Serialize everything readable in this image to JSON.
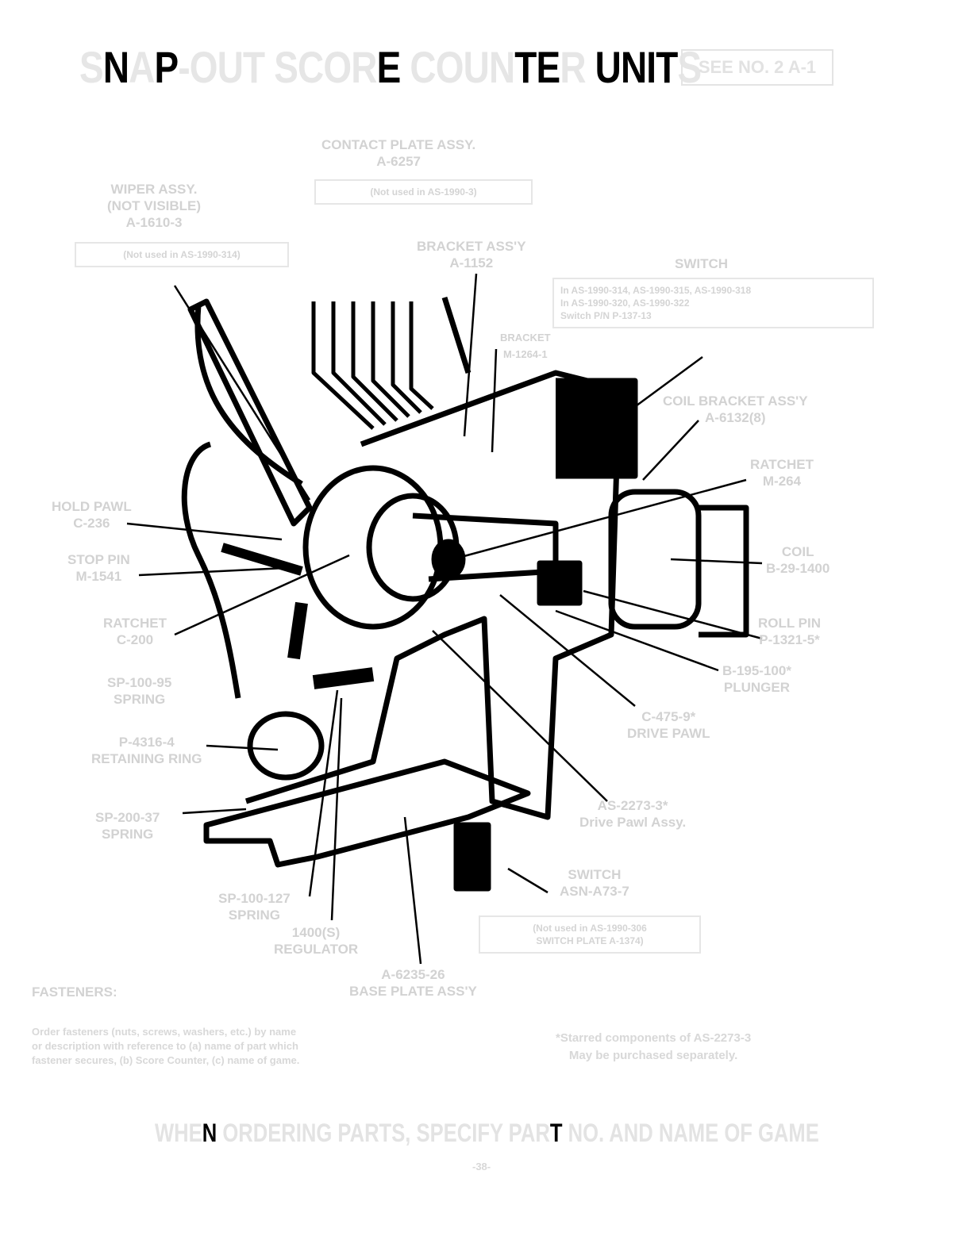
{
  "title_segments": [
    {
      "text": "S",
      "dark": false
    },
    {
      "text": "N",
      "dark": true
    },
    {
      "text": "A",
      "dark": false
    },
    {
      "text": "P",
      "dark": true
    },
    {
      "text": "-OUT SCOR",
      "dark": false
    },
    {
      "text": "E",
      "dark": true
    },
    {
      "text": " COUN",
      "dark": false
    },
    {
      "text": "TE",
      "dark": true
    },
    {
      "text": "R ",
      "dark": false
    },
    {
      "text": "UNIT",
      "dark": true
    },
    {
      "text": "S",
      "dark": false
    }
  ],
  "ref_box": "SEE NO. 2 A-1",
  "labels": {
    "contact_plate": [
      "CONTACT PLATE ASSY.",
      "A-6257"
    ],
    "contact_plate_note": "(Not used in AS-1990-3)",
    "wiper": [
      "WIPER ASSY.",
      "(NOT VISIBLE)",
      "A-1610-3"
    ],
    "wiper_note": "(Not used in AS-1990-314)",
    "bracket": [
      "BRACKET ASS'Y",
      "A-1152"
    ],
    "switch_top": "SWITCH",
    "switch_top_note": [
      "In AS-1990-314, AS-1990-315, AS-1990-318",
      "In AS-1990-320, AS-1990-322",
      "Switch P/N P-137-13"
    ],
    "bracket2": [
      "BRACKET",
      "M-1264-1"
    ],
    "coil_bracket": [
      "COIL BRACKET ASS'Y",
      "A-6132(8)"
    ],
    "ratchet_r": [
      "RATCHET",
      "M-264"
    ],
    "coil": [
      "COIL",
      "B-29-1400"
    ],
    "roll_pin": [
      "ROLL PIN",
      "P-1321-5*"
    ],
    "plunger": [
      "B-195-100*",
      "PLUNGER"
    ],
    "drive_pawl": [
      "C-475-9*",
      "DRIVE PAWL"
    ],
    "drive_pawl_assy": [
      "AS-2273-3*",
      "Drive Pawl Assy."
    ],
    "switch_bottom": [
      "SWITCH",
      "ASN-A73-7"
    ],
    "switch_bottom_note": [
      "(Not used in AS-1990-306",
      "SWITCH PLATE A-1374)"
    ],
    "hold_pawl": [
      "HOLD PAWL",
      "C-236"
    ],
    "stop_pin": [
      "STOP PIN",
      "M-1541"
    ],
    "ratchet_l": [
      "RATCHET",
      "C-200"
    ],
    "spring1": [
      "SP-100-95",
      "SPRING"
    ],
    "retaining_ring": [
      "P-4316-4",
      "RETAINING RING"
    ],
    "spring2": [
      "SP-200-37",
      "SPRING"
    ],
    "spring3": [
      "SP-100-127",
      "SPRING"
    ],
    "regulator": [
      "1400(S)",
      "REGULATOR"
    ],
    "base_plate": [
      "A-6235-26",
      "BASE PLATE ASS'Y"
    ]
  },
  "fasteners_heading": "FASTENERS:",
  "fasteners_text": [
    "Order fasteners (nuts, screws, washers, etc.) by name",
    "or description with reference to (a) name of part which",
    "fastener secures, (b) Score Counter, (c) name of game."
  ],
  "starred_note": [
    "*Starred components of AS-2273-3",
    "May be purchased separately."
  ],
  "footer_segments": [
    {
      "text": "WHE",
      "dark": false
    },
    {
      "text": "N",
      "dark": true
    },
    {
      "text": " ORDERING PARTS, SPECIFY PAR",
      "dark": false
    },
    {
      "text": "T",
      "dark": true
    },
    {
      "text": " NO. AND NAME OF GAME",
      "dark": false
    }
  ],
  "page_number": "-38-"
}
